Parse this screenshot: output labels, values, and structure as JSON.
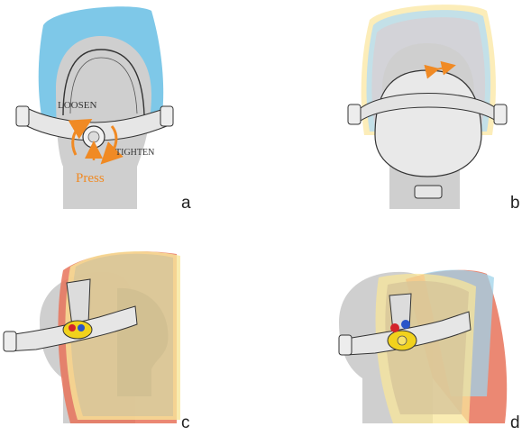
{
  "panels": [
    {
      "letter": "a"
    },
    {
      "letter": "b"
    },
    {
      "letter": "c"
    },
    {
      "letter": "d"
    }
  ],
  "annotations": {
    "loosen": "LOOSEN",
    "tighten": "TIGHTEN",
    "press": "Press"
  },
  "colors": {
    "arrow_orange": "#f08a24",
    "shell_blue": "#7ec8e8",
    "head_gray": "#cfcfcf",
    "harness_tan": "#d7c59a",
    "knob_yellow": "#f1d21d",
    "pivot_red": "#d3232a",
    "pivot_blue": "#2a55c8",
    "shell_salmon": "#e8735a"
  }
}
